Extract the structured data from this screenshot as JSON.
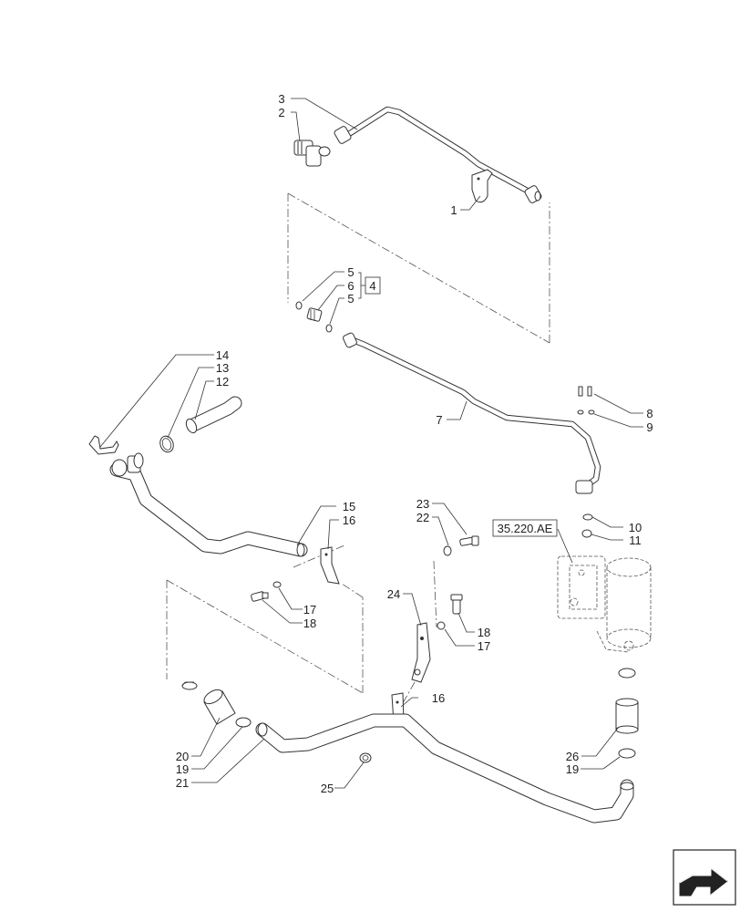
{
  "callouts": {
    "c1": "1",
    "c2": "2",
    "c3": "3",
    "c4_5a": "5",
    "c4_6": "6",
    "c4_5b": "5",
    "c4_box": "4",
    "c7": "7",
    "c8": "8",
    "c9": "9",
    "c10": "10",
    "c11": "11",
    "c12": "12",
    "c13": "13",
    "c14": "14",
    "c15": "15",
    "c16a": "16",
    "c16b": "16",
    "c17a": "17",
    "c17b": "17",
    "c18a": "18",
    "c18b": "18",
    "c19a": "19",
    "c19b": "19",
    "c20": "20",
    "c21": "21",
    "c22": "22",
    "c23": "23",
    "c24": "24",
    "c25": "25",
    "c26": "26"
  },
  "reference": {
    "label": "35.220.AE"
  },
  "nav": {
    "icon": "next-page-arrow-icon"
  }
}
